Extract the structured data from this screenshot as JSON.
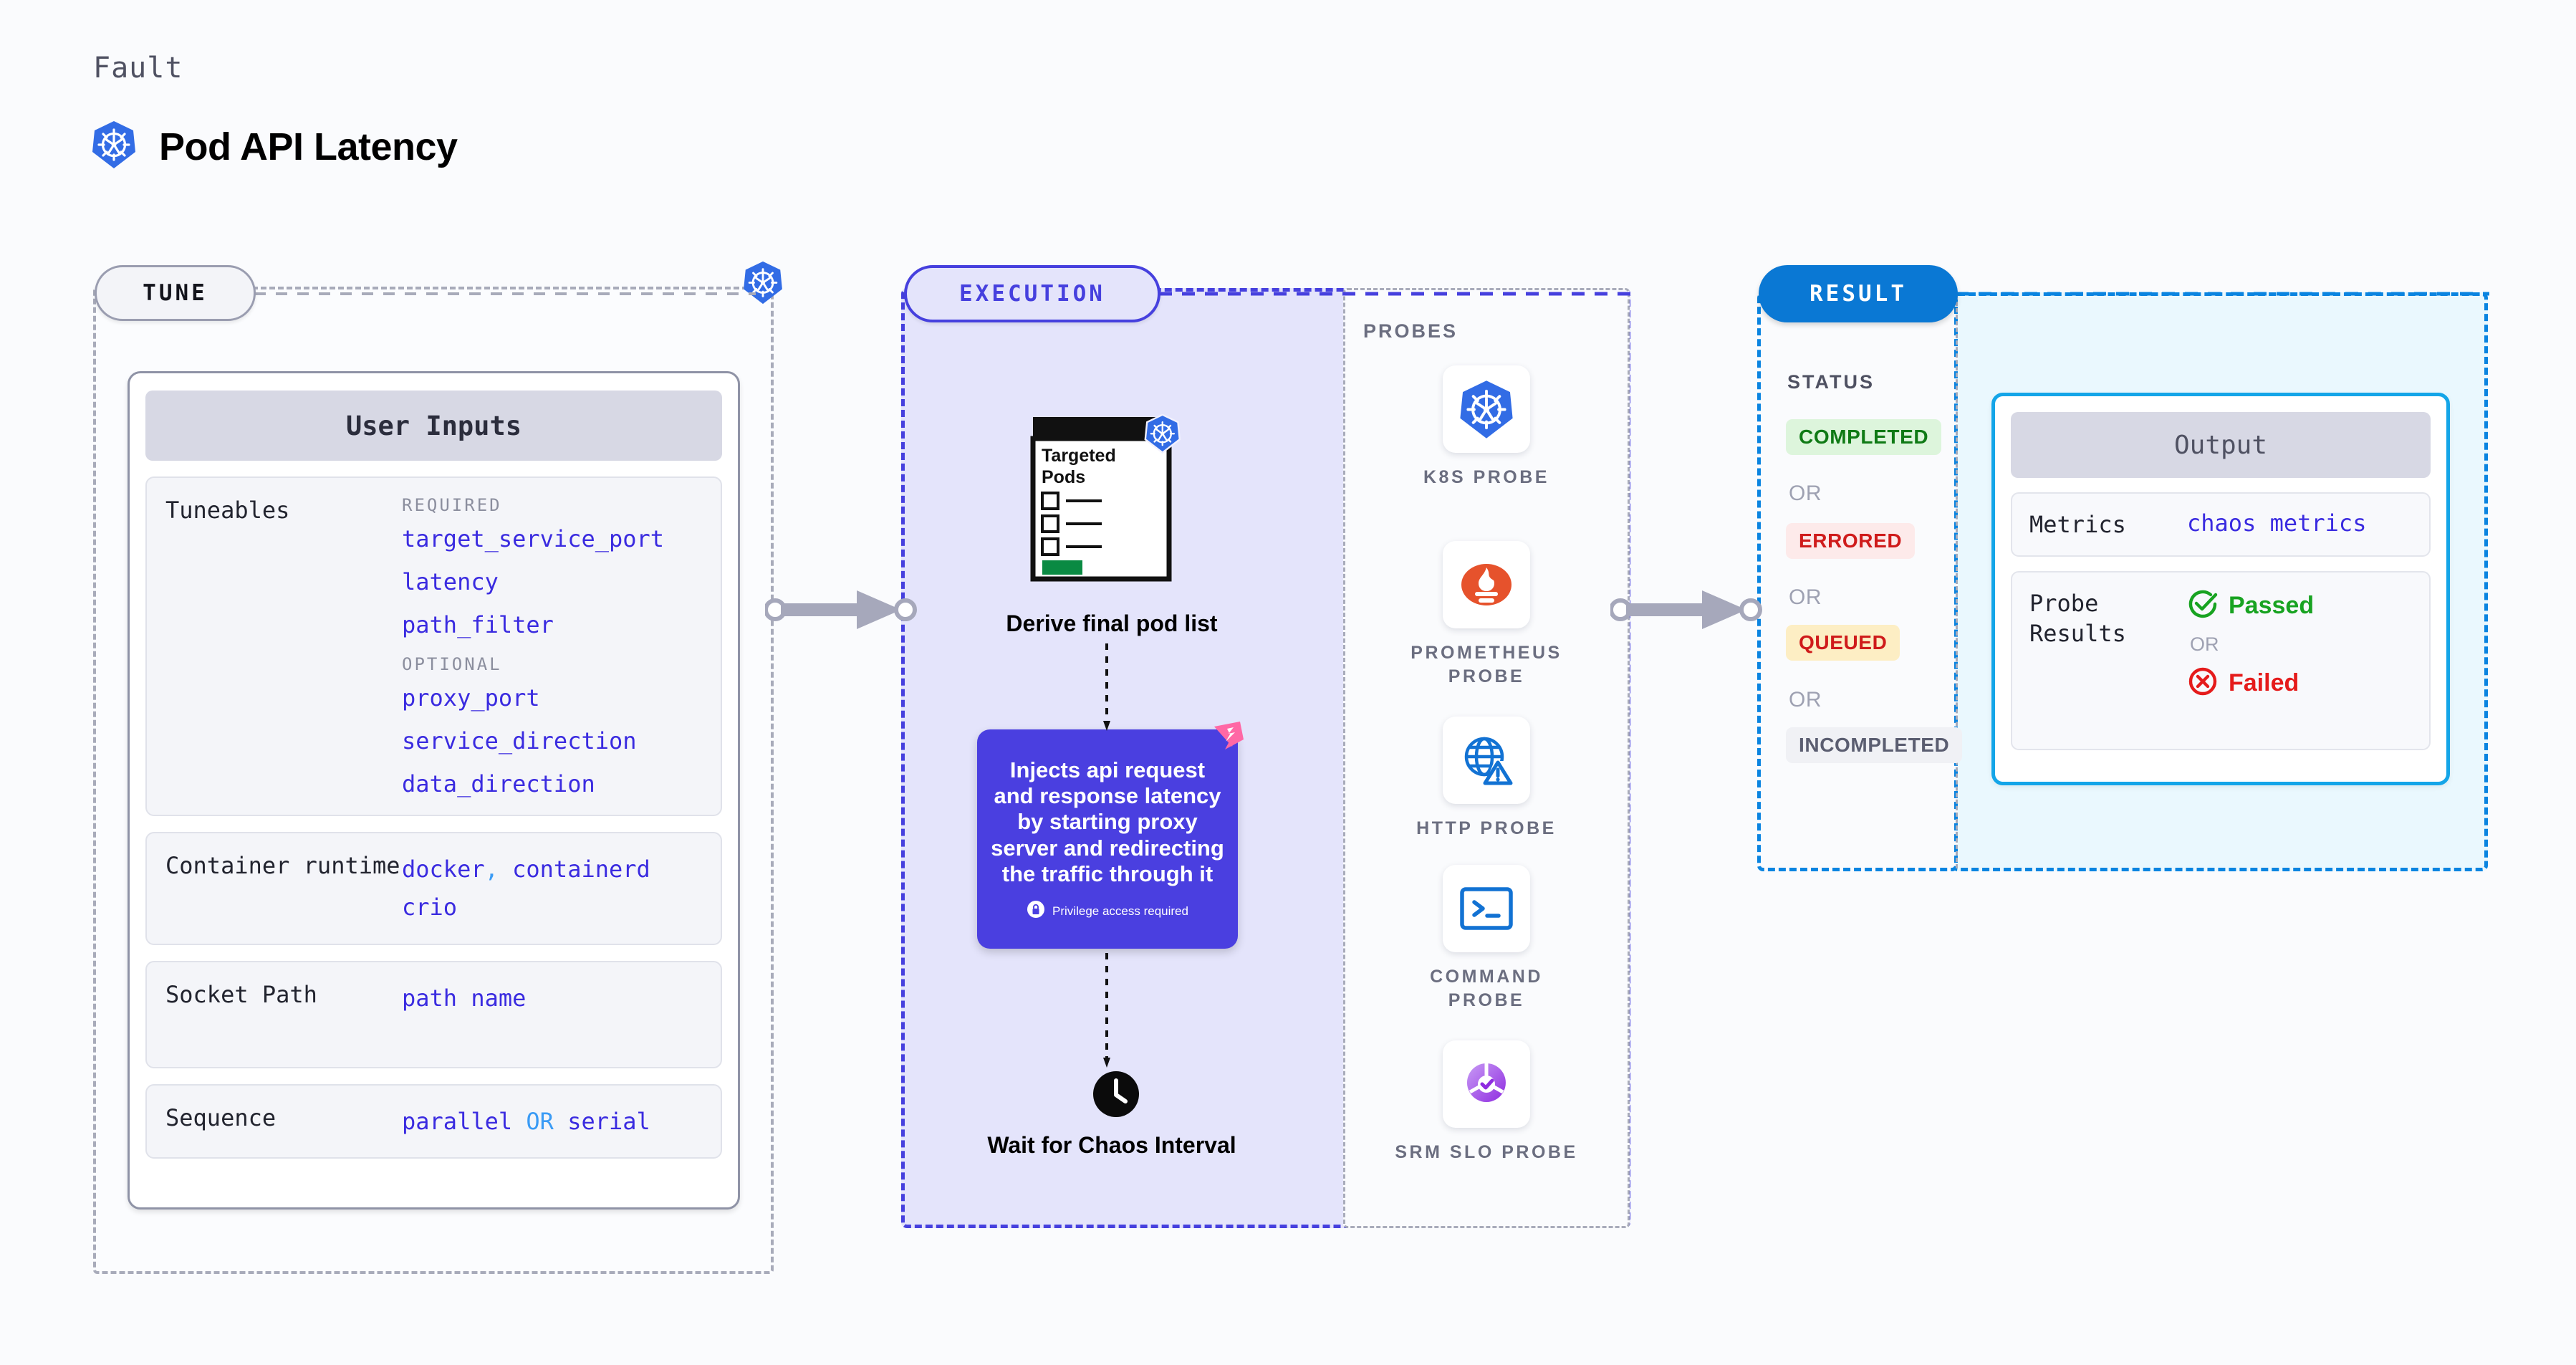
{
  "header": {
    "eyebrow": "Fault",
    "title": "Pod API Latency",
    "icon": "kubernetes-icon"
  },
  "sections": {
    "tune": {
      "pill_label": "TUNE"
    },
    "execution": {
      "pill_label": "EXECUTION"
    },
    "result": {
      "pill_label": "RESULT"
    }
  },
  "tune": {
    "card_title": "User Inputs",
    "tuneables": {
      "key": "Tuneables",
      "required_label": "REQUIRED",
      "required": [
        "target_service_port",
        "latency",
        "path_filter"
      ],
      "optional_label": "OPTIONAL",
      "optional": [
        "proxy_port",
        "service_direction",
        "data_direction"
      ]
    },
    "container_runtime": {
      "key": "Container runtime",
      "values": [
        "docker",
        "containerd",
        "crio"
      ],
      "separator": ","
    },
    "socket_path": {
      "key": "Socket Path",
      "value": "path name"
    },
    "sequence": {
      "key": "Sequence",
      "value_a": "parallel",
      "or": "OR",
      "value_b": "serial"
    }
  },
  "execution": {
    "pods_card": {
      "title_line1": "Targeted",
      "title_line2": "Pods",
      "icon": "kubernetes-icon"
    },
    "derive_caption": "Derive final pod list",
    "inject_box": {
      "text": "Injects api request and response latency by starting proxy server and redirecting the traffic through it",
      "privilege_note": "Privilege access required",
      "lock_icon": "lock-icon",
      "brand_icon": "harness-icon",
      "color": "#4a3fe0"
    },
    "wait_caption": "Wait for Chaos Interval",
    "clock_icon": "clock-icon"
  },
  "probes": {
    "title": "PROBES",
    "items": [
      {
        "label": "K8S PROBE",
        "icon": "kubernetes-icon"
      },
      {
        "label": "PROMETHEUS PROBE",
        "icon": "prometheus-icon"
      },
      {
        "label": "HTTP PROBE",
        "icon": "http-globe-warning-icon"
      },
      {
        "label": "COMMAND PROBE",
        "icon": "terminal-icon"
      },
      {
        "label": "SRM SLO PROBE",
        "icon": "srm-slo-icon"
      }
    ]
  },
  "result": {
    "status_title": "STATUS",
    "or_label": "OR",
    "statuses": [
      {
        "label": "COMPLETED",
        "bg": "#ddf5dc",
        "fg": "#0f7a15"
      },
      {
        "label": "ERRORED",
        "bg": "#fdeaea",
        "fg": "#cf1b1b"
      },
      {
        "label": "QUEUED",
        "bg": "#fdeec4",
        "fg": "#cf1b1b"
      },
      {
        "label": "INCOMPLETED",
        "bg": "#f0f1f5",
        "fg": "#5a5d70"
      }
    ],
    "output": {
      "card_title": "Output",
      "metrics_key": "Metrics",
      "metrics_value": "chaos metrics",
      "probe_results_key": "Probe Results",
      "passed_label": "Passed",
      "failed_label": "Failed",
      "or_label": "OR",
      "passed_icon": "check-circle-icon",
      "failed_icon": "x-circle-icon"
    }
  },
  "colors": {
    "accent_purple": "#4640de",
    "accent_blue": "#0a78d4",
    "accent_cyan": "#14a5e8",
    "link_blue": "#3a2be0",
    "k8s_blue": "#326ce5",
    "prometheus_orange": "#e6522c",
    "harness_pink": "#ff68a5"
  }
}
